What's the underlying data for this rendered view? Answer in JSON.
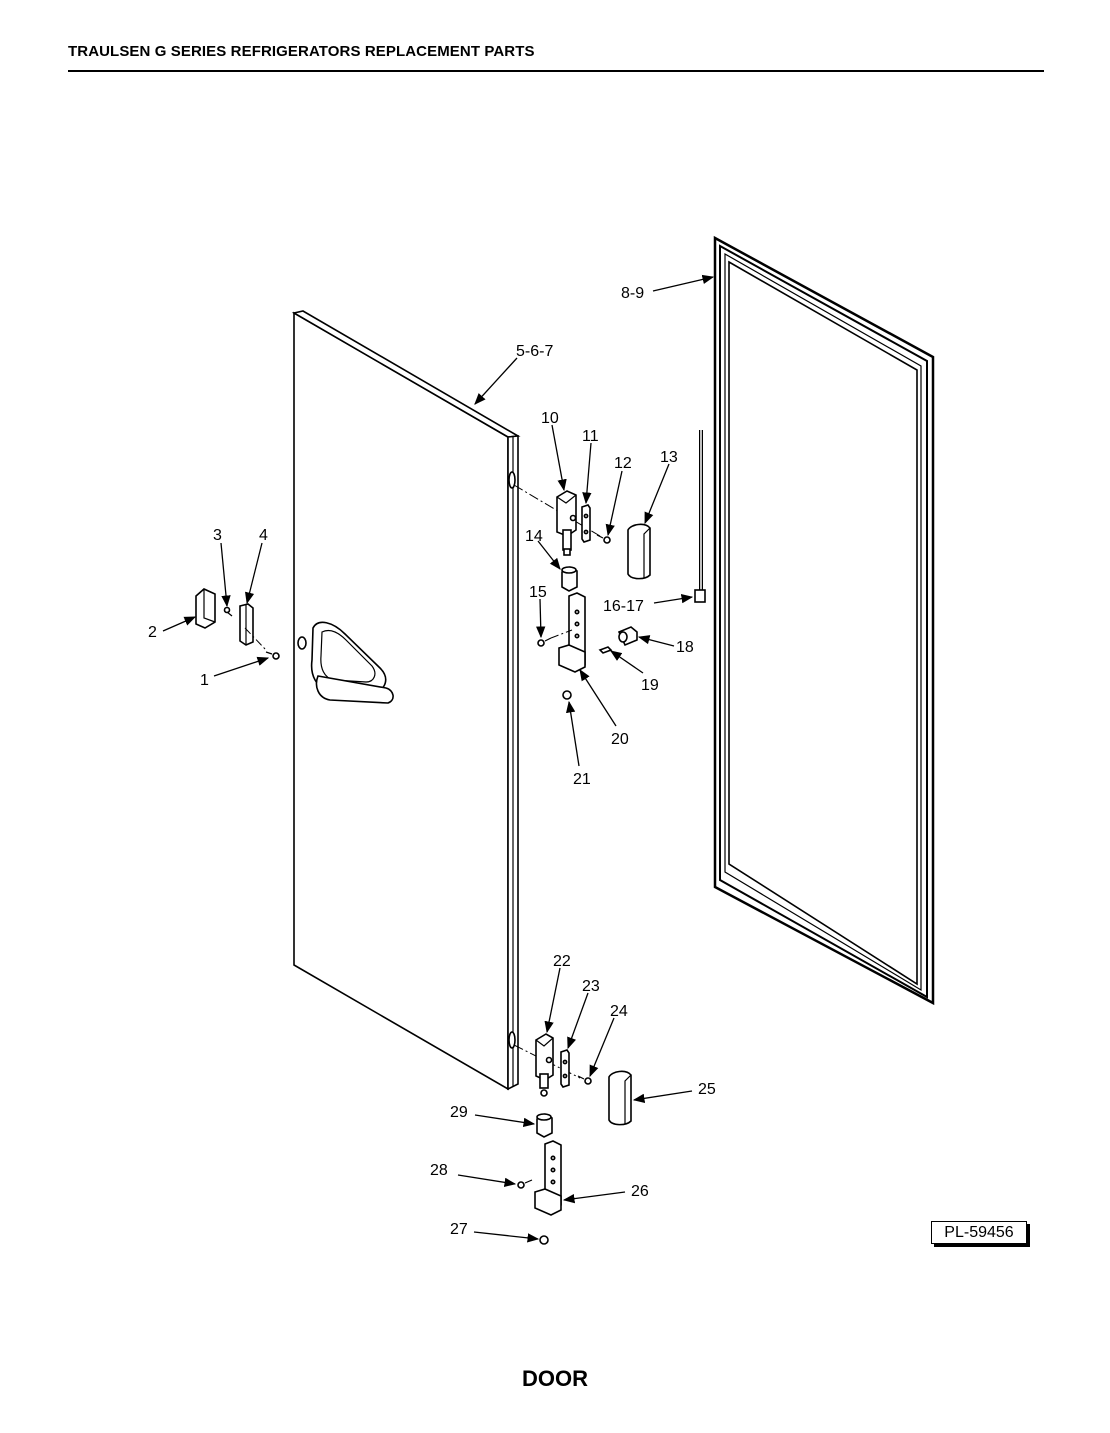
{
  "header": {
    "title": "TRAULSEN G SERIES REFRIGERATORS REPLACEMENT PARTS"
  },
  "footer": {
    "title": "DOOR"
  },
  "plate_number": "PL-59456",
  "callouts": {
    "c1": "1",
    "c2": "2",
    "c3": "3",
    "c4": "4",
    "c5_7": "5-6-7",
    "c8_9": "8-9",
    "c10": "10",
    "c11": "11",
    "c12": "12",
    "c13": "13",
    "c14": "14",
    "c15": "15",
    "c16_17": "16-17",
    "c18": "18",
    "c19": "19",
    "c20": "20",
    "c21": "21",
    "c22": "22",
    "c23": "23",
    "c24": "24",
    "c25": "25",
    "c26": "26",
    "c27": "27",
    "c28": "28",
    "c29": "29"
  }
}
